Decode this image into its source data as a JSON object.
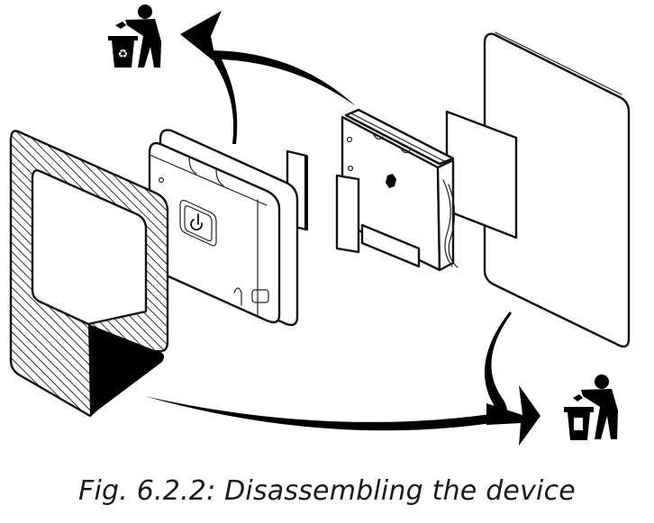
{
  "figure": {
    "caption": "Fig. 6.2.2: Disassembling the device",
    "description": "Exploded view showing removal of the adhesive frame, device housing, electronics module, adhesive pad and wall plate; removed parts go to the recycling / waste bins",
    "components": [
      {
        "id": "adhesive-frame",
        "label": "Hatched adhesive frame with peeled corner"
      },
      {
        "id": "device-housing",
        "label": "Device housing with power button"
      },
      {
        "id": "spacer-strip",
        "label": "Small spacer strip"
      },
      {
        "id": "electronics-module",
        "label": "Electronics module with battery"
      },
      {
        "id": "adhesive-pad",
        "label": "Square adhesive pad"
      },
      {
        "id": "wall-plate",
        "label": "Wall mounting plate"
      }
    ],
    "icons": [
      {
        "id": "recycle-bin-icon",
        "meaning": "Dispose in recycling bin",
        "glyph": "♻"
      },
      {
        "id": "waste-bin-icon",
        "meaning": "Dispose in waste bin"
      }
    ],
    "arrows": [
      {
        "from": "device-housing / electronics-module",
        "to": "recycle-bin-icon"
      },
      {
        "from": "adhesive-frame / wall-plate",
        "to": "waste-bin-icon"
      }
    ]
  }
}
